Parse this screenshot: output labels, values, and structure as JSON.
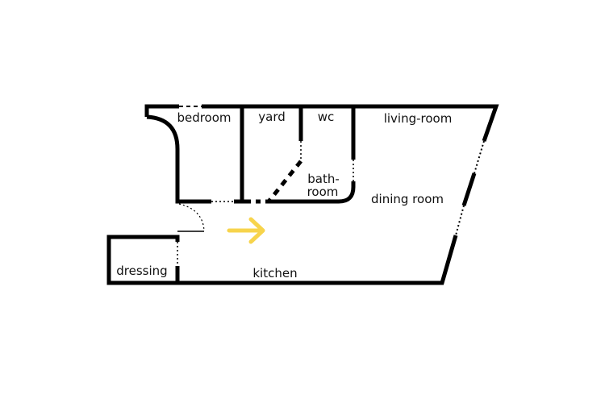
{
  "diagram": {
    "type": "floor-plan",
    "rooms": {
      "bedroom": "bedroom",
      "yard": "yard",
      "wc": "wc",
      "living_room": "living-room",
      "bathroom_line1": "bath-",
      "bathroom_line2": "room",
      "dining_room": "dining room",
      "kitchen": "kitchen",
      "dressing": "dressing"
    },
    "entrance_arrow_color": "#F7D44C",
    "wall_color": "#000000"
  }
}
